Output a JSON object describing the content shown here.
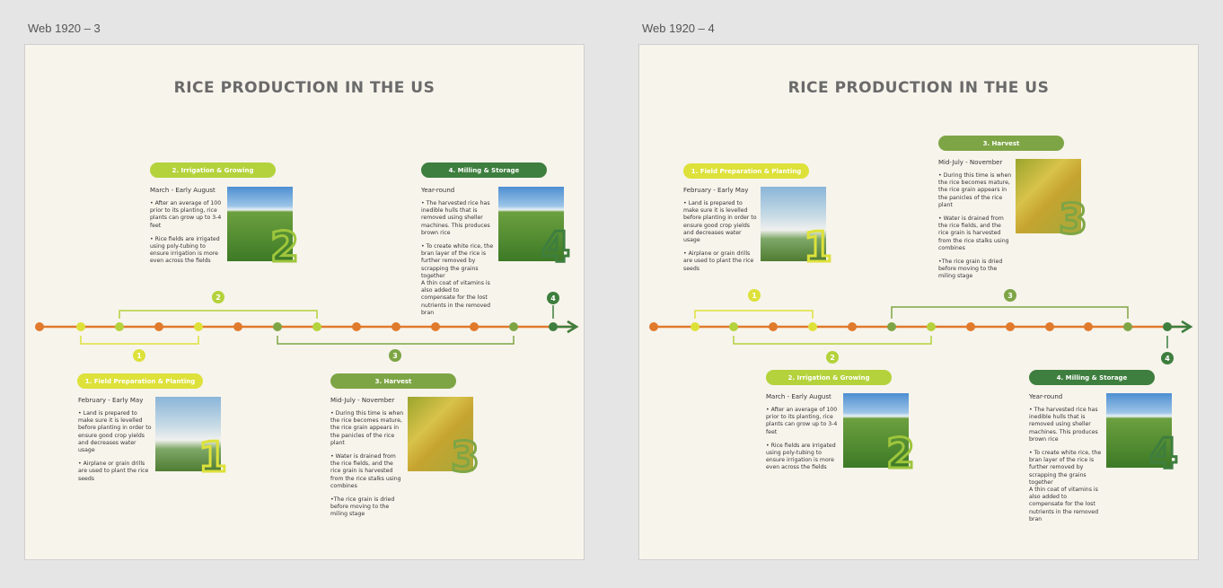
{
  "frames": [
    {
      "label": "Web 1920 – 3",
      "title": "RICE PRODUCTION IN THE US"
    },
    {
      "label": "Web 1920 – 4",
      "title": "RICE PRODUCTION IN THE US"
    }
  ],
  "colors": {
    "timeline_orange": "#e07a2c",
    "stage1": "#dde13a",
    "stage2": "#b4d23c",
    "stage3": "#7ea545",
    "stage4": "#3e7e3e",
    "title_gray": "#6a6a6a"
  },
  "stages": {
    "s1": {
      "num": "1",
      "name": "1. Field Preparation & Planting",
      "period": "February - Early May",
      "bullets": [
        "• Land is prepared to make sure it is levelled before planting in order to ensure good crop yields and decreases water usage",
        "• Airplane or grain drills are used to plant the rice seeds"
      ],
      "image": "airplane-over-field"
    },
    "s2": {
      "num": "2",
      "name": "2. Irrigation & Growing",
      "period": "March - Early August",
      "bullets": [
        "• After an average of 100 prior to its planting, rice plants can grow up to 3-4 feet",
        "• Rice fields are irrigated using poly-tubing to ensure irrigation is more even across the fields"
      ],
      "image": "irrigated-rice-field"
    },
    "s3": {
      "num": "3",
      "name": "3. Harvest",
      "period": "Mid-July - November",
      "bullets": [
        "• During this time is when the rice becomes mature, the rice grain appears in the panicles of the rice plant",
        "• Water is drained from the rice fields, and the rice grain is harvested from the rice stalks using combines",
        "•The rice grain is dried before moving to the miling stage"
      ],
      "image": "hand-holding-rice-panicles"
    },
    "s4": {
      "num": "4",
      "name": "4. Milling & Storage",
      "period": "Year-round",
      "bullets": [
        "• The harvested rice has inedible hulls that is removed using sheller machines. This produces brown rice",
        "• To create white rice, the bran layer of the rice is further removed by scrapping the grains together\nA thin coat of vitamins is also added to compensate for the lost nutrients in the removed bran"
      ],
      "image": "irrigated-rice-field"
    }
  }
}
